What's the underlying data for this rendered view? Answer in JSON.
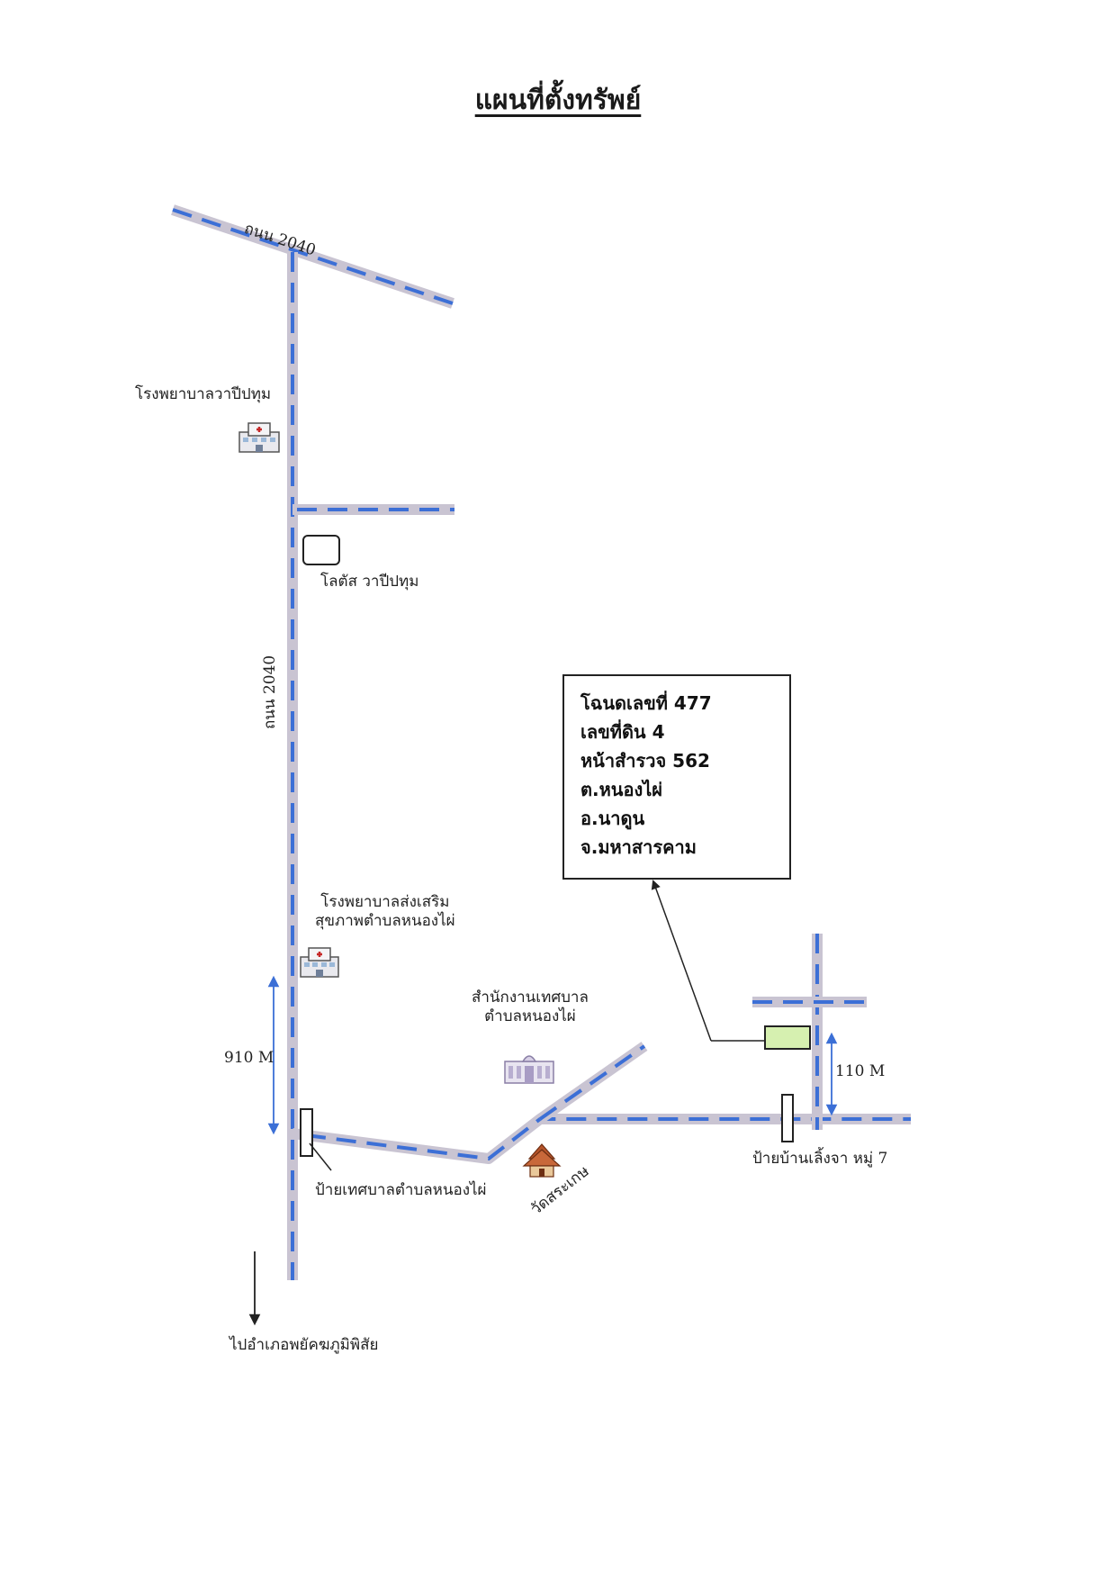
{
  "map": {
    "title": "แผนที่ตั้งทรัพย์",
    "roads": {
      "top_label": "ถนน 2040",
      "main_label": "ถนน 2040"
    },
    "places": {
      "hospital_wapi": "โรงพยาบาลวาปีปทุม",
      "lotus": "โลตัส วาปีปทุม",
      "health_promo_line1": "โรงพยาบาลส่งเสริม",
      "health_promo_line2": "สุขภาพตำบลหนองไผ่",
      "municipal_office_line1": "สำนักงานเทศบาล",
      "municipal_office_line2": "ตำบลหนองไผ่",
      "temple": "วัดสระเกษ",
      "municipal_sign": "ป้ายเทศบาลตำบลหนองไผ่",
      "village_sign": "ป้ายบ้านเลิ้งจา หมู่ 7",
      "to_district": "ไปอำเภอพยัคฆภูมิพิสัย"
    },
    "distances": {
      "left": "910 M",
      "right": "110 M"
    },
    "deed": {
      "line1": "โฉนดเลขที่  477",
      "line2": "เลขที่ดิน  4",
      "line3": "หน้าสำรวจ  562",
      "line4": "ต.หนองไผ่",
      "line5": "อ.นาดูน",
      "line6": "จ.มหาสารคาม"
    },
    "colors": {
      "road_fill": "#c9c4d2",
      "road_dash": "#3c6fd6",
      "plot_fill": "#d6f0b0",
      "arrow": "#3b6fd6"
    },
    "icons": [
      "hospital-icon",
      "hospital-icon",
      "government-building-icon",
      "temple-icon"
    ]
  }
}
